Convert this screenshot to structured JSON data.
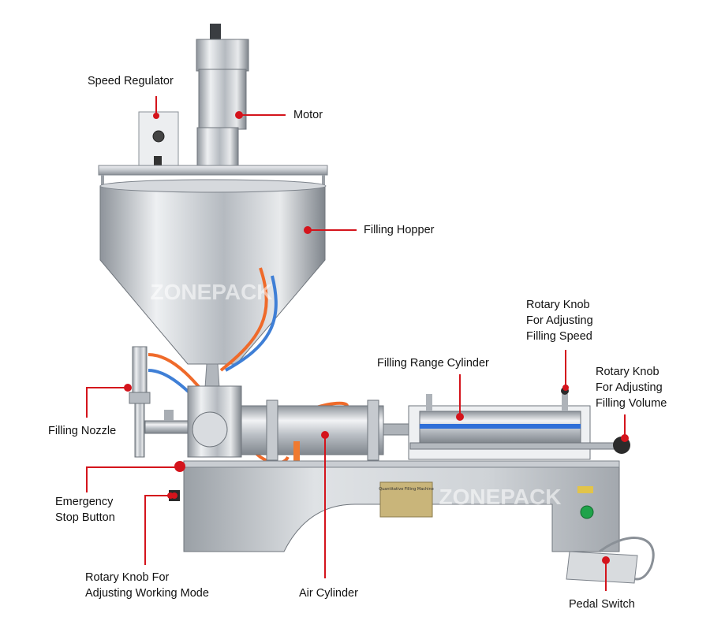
{
  "watermark": "ZONEPACK",
  "plate_text": "Quantitative Filling Machine",
  "labels": {
    "speed_regulator": "Speed Regulator",
    "motor": "Motor",
    "filling_hopper": "Filling Hopper",
    "rotary_knob_speed": [
      "Rotary Knob",
      "For Adjusting",
      "Filling Speed"
    ],
    "filling_range_cylinder": "Filling Range Cylinder",
    "rotary_knob_volume": [
      "Rotary Knob",
      "For Adjusting",
      "Filling Volume"
    ],
    "filling_nozzle": "Filling Nozzle",
    "emergency_stop": [
      "Emergency",
      "Stop Button"
    ],
    "rotary_knob_mode": [
      "Rotary Knob For",
      "Adjusting Working Mode"
    ],
    "air_cylinder": "Air Cylinder",
    "pedal_switch": "Pedal Switch"
  },
  "colors": {
    "callout": "#d4141c",
    "steel_light": "#e4e6e9",
    "steel_mid": "#b9bdc3",
    "steel_dark": "#7d838b",
    "hose_orange": "#ef6a2a",
    "hose_blue": "#3f7fd6",
    "button_green": "#1fa34a",
    "scale_blue": "#2f6fd8"
  }
}
